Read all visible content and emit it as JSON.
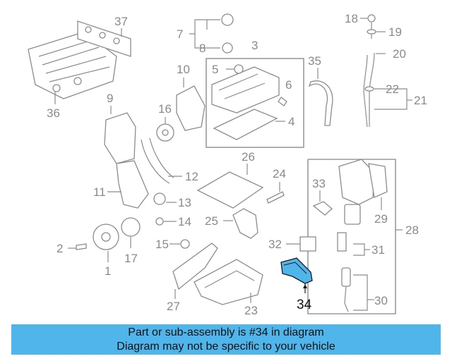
{
  "diagram": {
    "highlight_color": "#4fb5ea",
    "highlighted_part": "34",
    "callouts": [
      "1",
      "2",
      "3",
      "4",
      "5",
      "6",
      "7",
      "8",
      "9",
      "10",
      "11",
      "12",
      "13",
      "14",
      "15",
      "16",
      "17",
      "18",
      "19",
      "20",
      "21",
      "22",
      "23",
      "24",
      "25",
      "26",
      "27",
      "28",
      "29",
      "30",
      "31",
      "32",
      "33",
      "34",
      "35",
      "36",
      "37"
    ]
  },
  "banner": {
    "line1": "Part or sub-assembly is #34 in diagram",
    "line2": "Diagram may not be specific to your vehicle",
    "background": "#4fb5ea"
  }
}
